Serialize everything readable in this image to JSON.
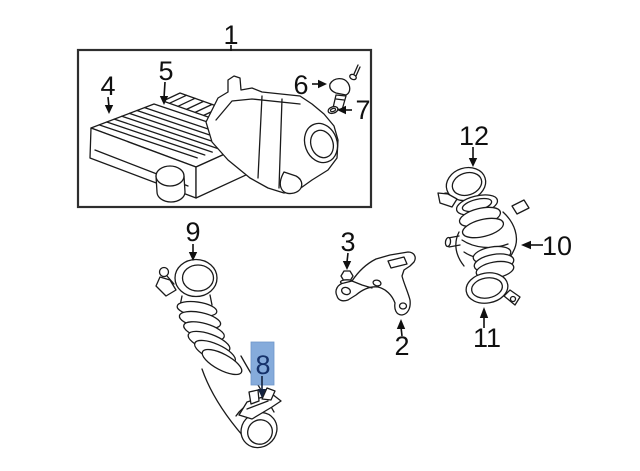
{
  "diagram": {
    "kind": "exploded-parts-diagram",
    "colors": {
      "background": "#ffffff",
      "line": "#1a1a1a",
      "frame_border": "#2e2e2e",
      "label_text": "#101010",
      "highlight_fill": "#85abdb",
      "highlight_text": "#15316a"
    },
    "selected_callout": "8",
    "callouts": [
      {
        "label": "1",
        "highlighted": false
      },
      {
        "label": "2",
        "highlighted": false
      },
      {
        "label": "3",
        "highlighted": false
      },
      {
        "label": "4",
        "highlighted": false
      },
      {
        "label": "5",
        "highlighted": false
      },
      {
        "label": "6",
        "highlighted": false
      },
      {
        "label": "7",
        "highlighted": false
      },
      {
        "label": "8",
        "highlighted": true
      },
      {
        "label": "9",
        "highlighted": false
      },
      {
        "label": "10",
        "highlighted": false
      },
      {
        "label": "11",
        "highlighted": false
      },
      {
        "label": "12",
        "highlighted": false
      }
    ]
  }
}
